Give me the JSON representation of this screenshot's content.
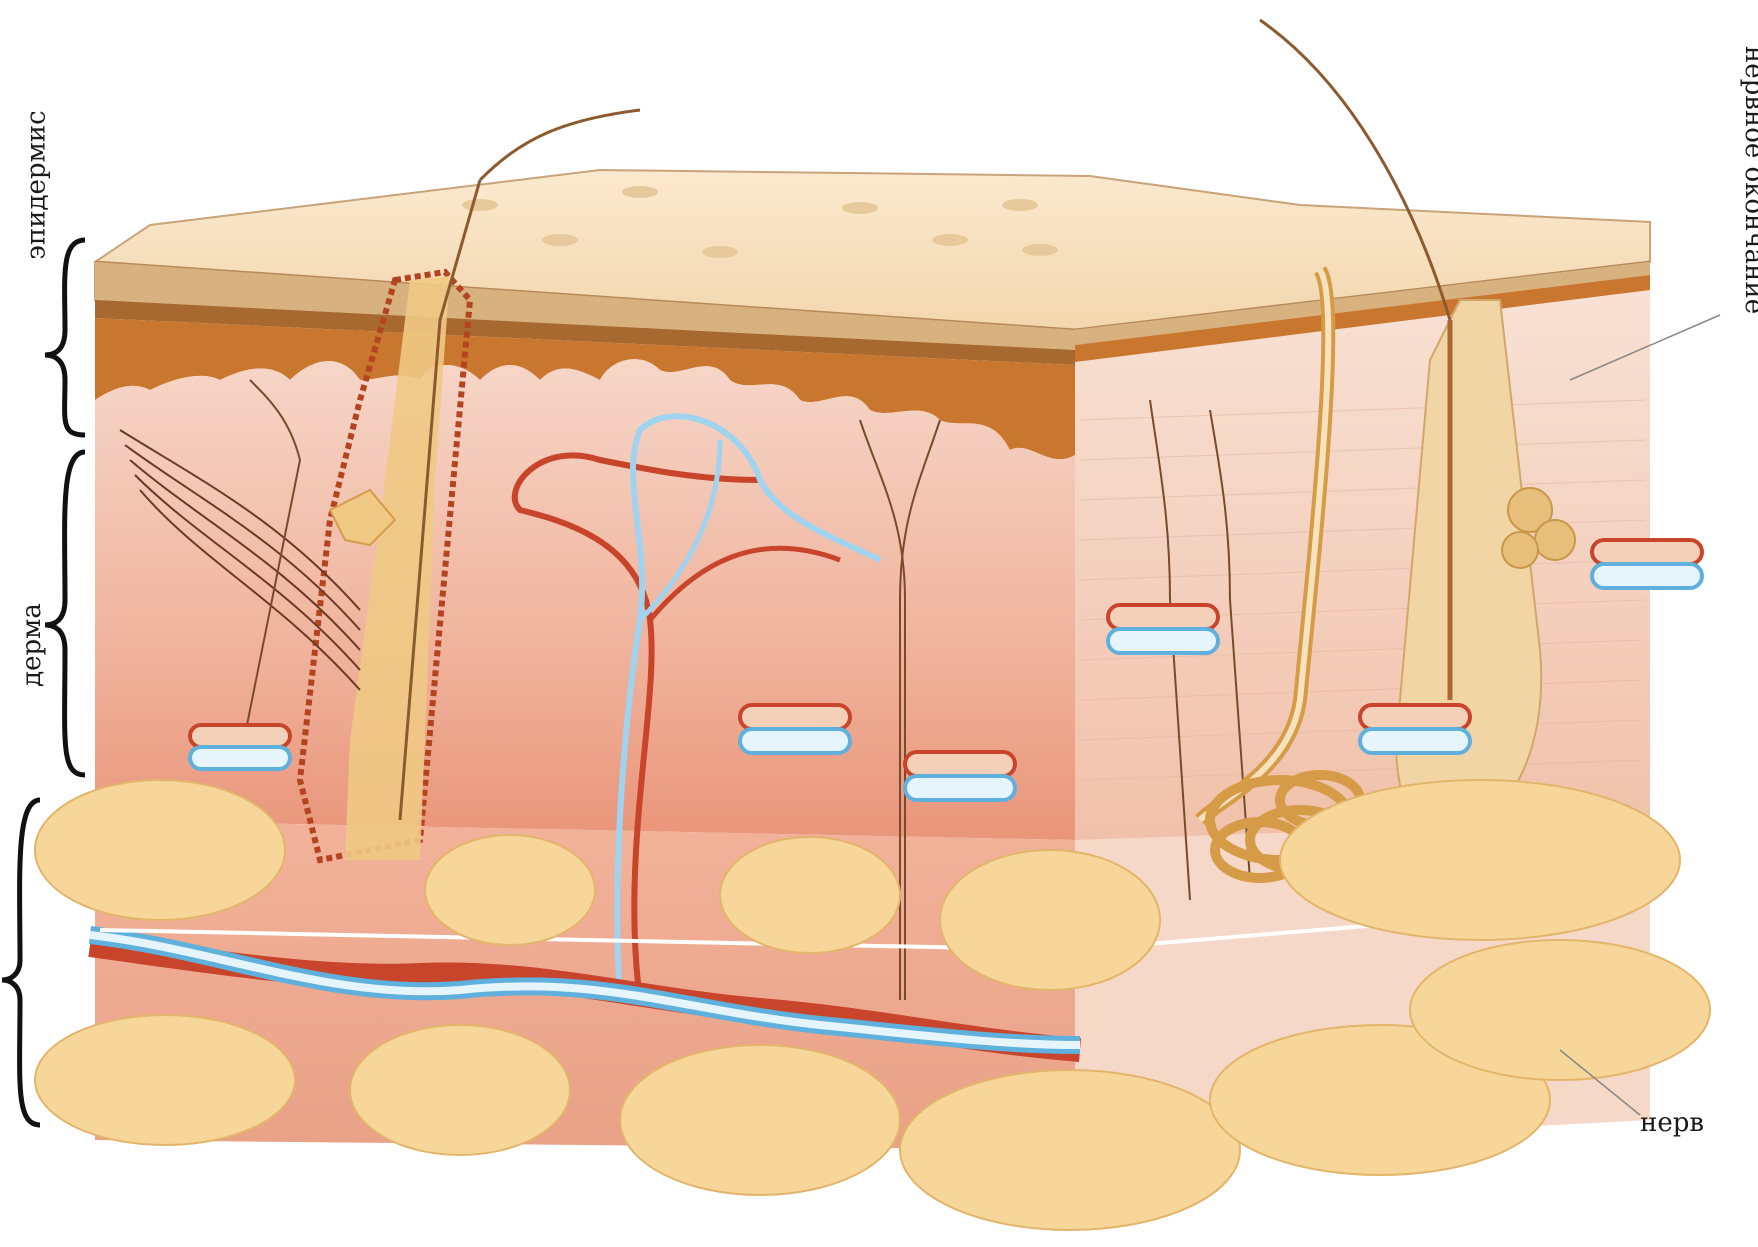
{
  "labels": {
    "epidermis": "эпидермис",
    "dermis": "дерма",
    "nerve_ending": "нервное окончание",
    "nerve": "нерв"
  },
  "colors": {
    "epidermis_top": "#f6ddb6",
    "stratum": "#c76a2e",
    "dermis": "#f3c0ad",
    "dermis_deep": "#e88f72",
    "fat": "#f7d69a",
    "artery": "#c8442a",
    "vein": "#9fd3f0",
    "hair": "#f0c984"
  }
}
